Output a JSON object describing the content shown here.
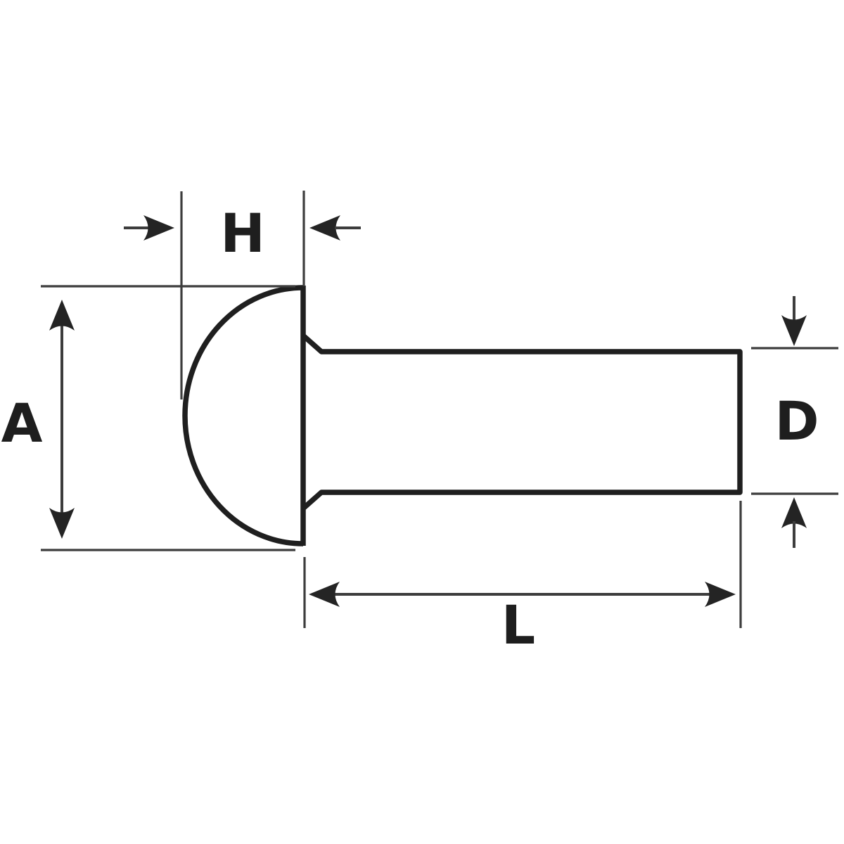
{
  "diagram": {
    "labels": {
      "head_height": "H",
      "head_diameter": "A",
      "shank_diameter": "D",
      "shank_length": "L"
    }
  },
  "colors": {
    "background": "#ffffff",
    "outline": "#1f1f1f",
    "dimension_line": "#3d3d3d",
    "arrowhead": "#242424",
    "label_text": "#1e1e1e"
  }
}
